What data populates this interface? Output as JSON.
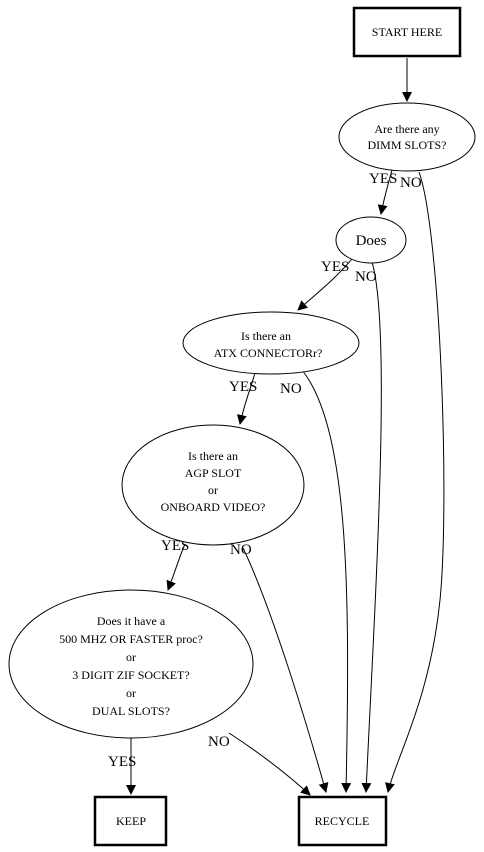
{
  "nodes": {
    "start": {
      "lines": [
        "START HERE"
      ]
    },
    "dimm": {
      "lines": [
        "Are there any",
        "DIMM SLOTS?"
      ]
    },
    "does": {
      "lines": [
        "Does"
      ]
    },
    "atx": {
      "lines": [
        "Is there an",
        "ATX CONNECTORr?"
      ]
    },
    "agp": {
      "lines": [
        "Is there an",
        "AGP SLOT",
        "or",
        "ONBOARD VIDEO?"
      ]
    },
    "proc": {
      "lines": [
        "Does it have a",
        "500 MHZ OR FASTER proc?",
        "or",
        "3 DIGIT ZIF SOCKET?",
        "or",
        "DUAL SLOTS?"
      ]
    },
    "keep": {
      "lines": [
        "KEEP"
      ]
    },
    "recycle": {
      "lines": [
        "RECYCLE"
      ]
    }
  },
  "edge_labels": {
    "dimm_yes": "YES",
    "dimm_no": "NO",
    "does_yes": "YES",
    "does_no": "NO",
    "atx_yes": "YES",
    "atx_no": "NO",
    "agp_yes": "YES",
    "agp_no": "NO",
    "proc_yes": "YES",
    "proc_no": "NO"
  }
}
